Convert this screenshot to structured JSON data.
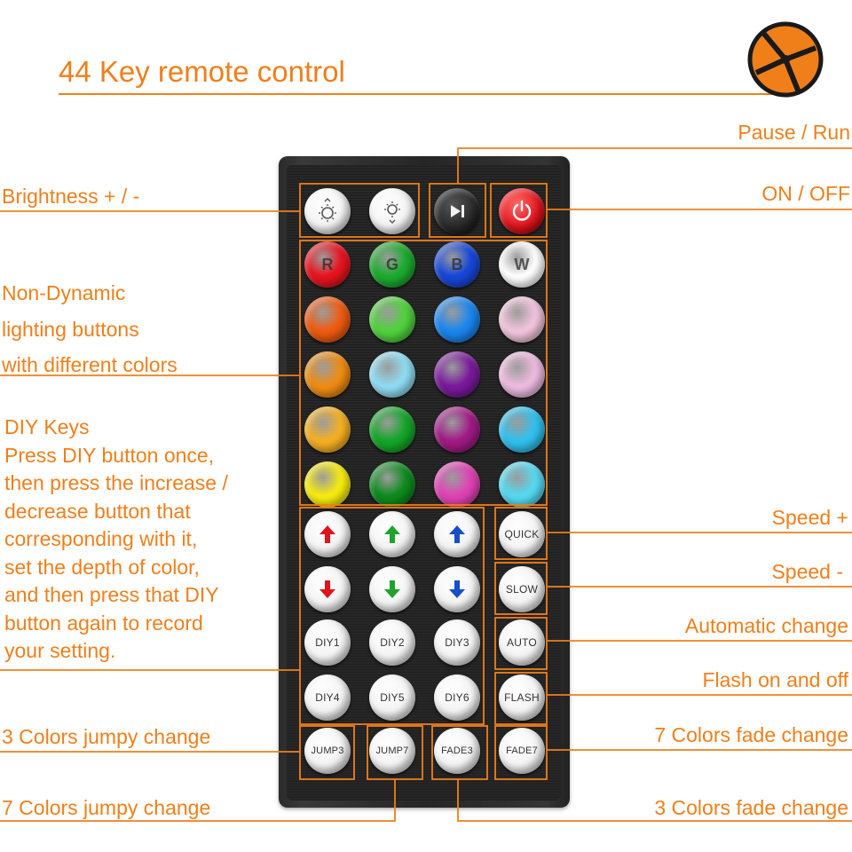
{
  "title": "44 Key remote control",
  "labels": {
    "pause_run": "Pause / Run",
    "on_off": "ON / OFF",
    "brightness": "Brightness + / -",
    "non_dynamic": [
      "Non-Dynamic",
      "lighting buttons",
      "with different colors"
    ],
    "diy": [
      "DIY Keys",
      "Press DIY button once,",
      "then press the increase /",
      "decrease button that",
      "corresponding with it,",
      "set the depth of color,",
      "and then press that DIY",
      "button again to record",
      "your setting."
    ],
    "speed_up": "Speed +",
    "speed_down": "Speed -",
    "auto": "Automatic change",
    "flash": "Flash on and off",
    "jump3": "3 Colors jumpy change",
    "fade7": "7 Colors fade change",
    "jump7": "7 Colors jumpy change",
    "fade3": "3 Colors fade change"
  },
  "buttons": {
    "r": "R",
    "g": "G",
    "b": "B",
    "w": "W",
    "quick": "QUICK",
    "slow": "SLOW",
    "auto": "AUTO",
    "flash": "FLASH",
    "diy1": "DIY1",
    "diy2": "DIY2",
    "diy3": "DIY3",
    "diy4": "DIY4",
    "diy5": "DIY5",
    "diy6": "DIY6",
    "jump3": "JUMP3",
    "jump7": "JUMP7",
    "fade3": "FADE3",
    "fade7": "FADE7"
  },
  "icons": {
    "brightness_up": "sun-up-icon",
    "brightness_down": "sun-down-icon",
    "play_pause": "play-pause-icon",
    "power": "power-icon",
    "logo": "reel-logo-icon"
  },
  "colors": {
    "accent": "#f07f1a",
    "color_buttons": [
      [
        "#e8141e",
        "#1cab2e",
        "#1747d8",
        "#ffffff"
      ],
      [
        "#ef5b10",
        "#4fd23c",
        "#1a86f0",
        "#f2c4dc"
      ],
      [
        "#f08c12",
        "#8fdcf2",
        "#7a1a9c",
        "#eebbdf"
      ],
      [
        "#f5b022",
        "#13a628",
        "#a11a85",
        "#2fc1ee"
      ],
      [
        "#f7ec0e",
        "#0d8a1e",
        "#e042b4",
        "#55d9f2"
      ]
    ],
    "arrow_up": [
      "#e0141c",
      "#1fa22e",
      "#1650c8"
    ],
    "arrow_down": [
      "#e0141c",
      "#1fa22e",
      "#1650c8"
    ]
  }
}
